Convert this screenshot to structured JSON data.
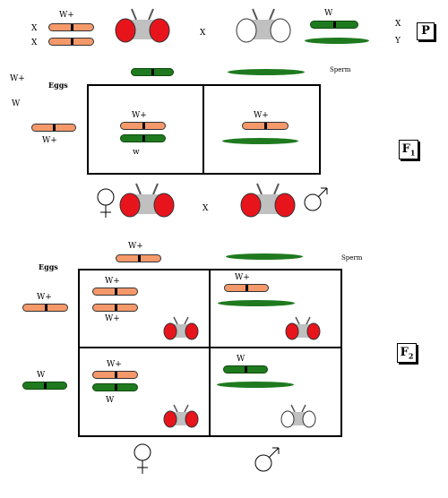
{
  "labels": {
    "wplus": "W+",
    "w_upper": "W",
    "w_lower": "w",
    "x_chrom": "X",
    "y_chrom": "Y",
    "cross": "X",
    "eggs": "Eggs",
    "sperm": "Sperm"
  },
  "generations": {
    "p": "P",
    "f1_letter": "F",
    "f1_sub": "1",
    "f2_letter": "F",
    "f2_sub": "2"
  },
  "colors": {
    "wild_type_allele": "#f5996a",
    "white_allele": "#1f7a1f",
    "red_eye": "#e8141c",
    "white_eye": "#ffffff",
    "fly_body": "#c0c0c0"
  },
  "icons": {
    "female": "female-symbol-icon",
    "male": "male-symbol-icon"
  }
}
